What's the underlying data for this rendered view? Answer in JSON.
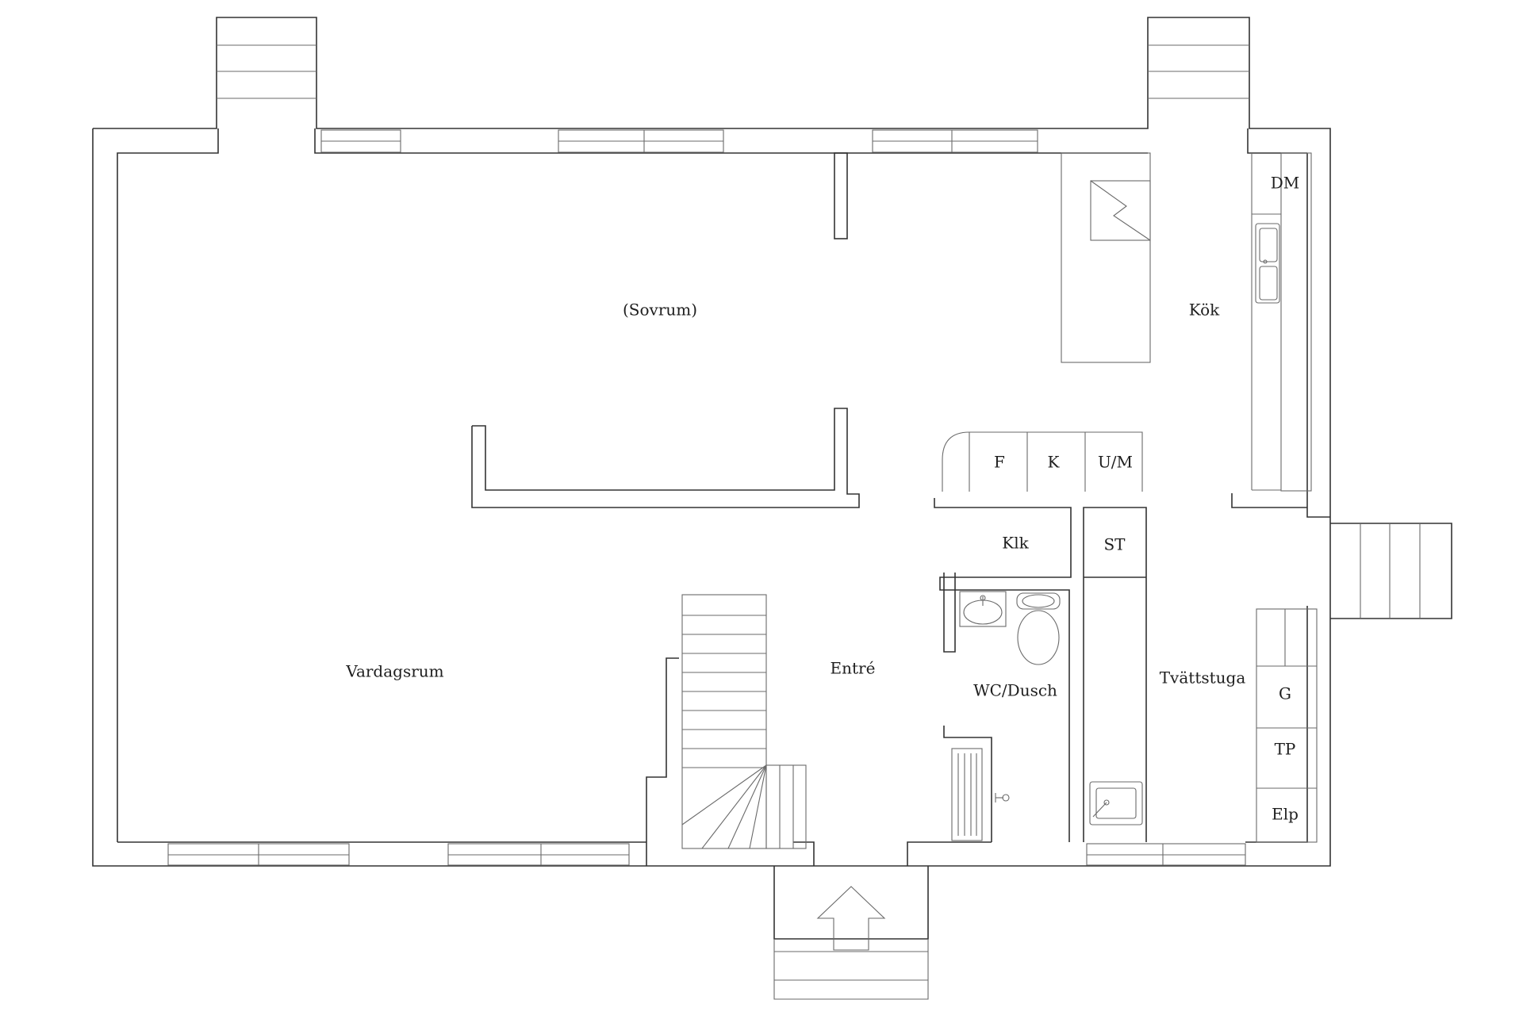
{
  "floorplan": {
    "rooms": {
      "sovrum": "(Sovrum)",
      "kok": "Kök",
      "vardagsrum": "Vardagsrum",
      "entre": "Entré",
      "wc_dusch": "WC/Dusch",
      "tvattstuga": "Tvättstuga",
      "klk": "Klk",
      "st": "ST"
    },
    "appliances": {
      "dm": "DM",
      "f": "F",
      "k": "K",
      "um": "U/M",
      "g": "G",
      "tp": "TP",
      "elp": "Elp"
    },
    "colors": {
      "wall": "#333333",
      "fixture": "#6a6a6a",
      "background": "#ffffff"
    }
  }
}
